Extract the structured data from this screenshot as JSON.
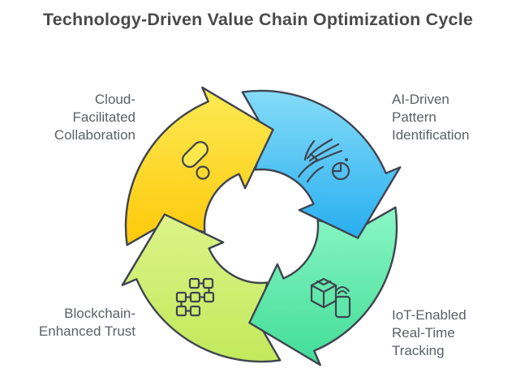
{
  "title": "Technology-Driven Value Chain Optimization Cycle",
  "background_color": "#ffffff",
  "title_color": "#4a4a4a",
  "label_color": "#5b5f66",
  "diagram": {
    "type": "cycle",
    "direction": "clockwise",
    "stroke_color": "#3f4450",
    "segments": [
      {
        "id": "cloud-facilitated-collaboration",
        "label": "Cloud-\nFacilitated\nCollaboration",
        "icon": "share-nodes-icon",
        "position": "top-left",
        "tip_angle": 277,
        "color_from": "#fbea55",
        "color_to": "#ffc90a"
      },
      {
        "id": "ai-driven-pattern-identification",
        "label": "AI-Driven\nPattern\nIdentification",
        "icon": "ai-pattern-clock-icon",
        "position": "top-right",
        "tip_angle": 7,
        "color_from": "#85dcf8",
        "color_to": "#27aef0"
      },
      {
        "id": "iot-enabled-real-time-tracking",
        "label": "IoT-Enabled\nReal-Time\nTracking",
        "icon": "package-wireless-icon",
        "position": "bottom-right",
        "tip_angle": 97,
        "color_from": "#8bf7c5",
        "color_to": "#41dc97"
      },
      {
        "id": "blockchain-enhanced-trust",
        "label": "Blockchain-\nEnhanced Trust",
        "icon": "blockchain-blocks-icon",
        "position": "bottom-left",
        "tip_angle": 187,
        "color_from": "#dcf389",
        "color_to": "#c2e95b"
      }
    ]
  }
}
